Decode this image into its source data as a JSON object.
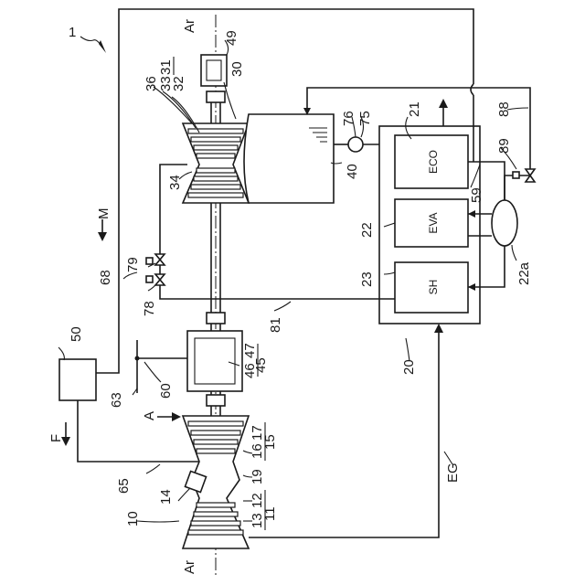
{
  "labels": {
    "system": "1",
    "axis_top": "Ar",
    "axis_bottom": "Ar",
    "gas_turbine": "10",
    "compressor_group": "11",
    "comp_casing": "12",
    "comp_rotor": "13",
    "combustor": "14",
    "turbine_group": "15",
    "turbine_casing": "16",
    "turbine_rotor": "17",
    "connector": "19",
    "hrsg": "20",
    "eco_num": "21",
    "eva_num": "22",
    "drum_num": "22a",
    "sh_num": "23",
    "steam_turbine": "30",
    "st_31": "31",
    "st_32": "32",
    "st_33": "33",
    "st_34": "34",
    "st_36": "36",
    "condenser": "40",
    "generator_group": "45",
    "gen_46": "46",
    "gen_47": "47",
    "generator_top": "49",
    "controller": "50",
    "level_59": "59",
    "line_60": "60",
    "line_63": "63",
    "line_65": "65",
    "line_68": "68",
    "line_75": "75",
    "pump_76": "76",
    "valve_78": "78",
    "valve_79": "79",
    "line_81": "81",
    "line_88": "88",
    "valve_89": "89",
    "arrow_M": "M",
    "arrow_F": "F",
    "arrow_A": "A",
    "exhaust_gas": "EG"
  },
  "hrsg_boxes": {
    "eco": "ECO",
    "eva": "EVA",
    "sh": "SH"
  }
}
